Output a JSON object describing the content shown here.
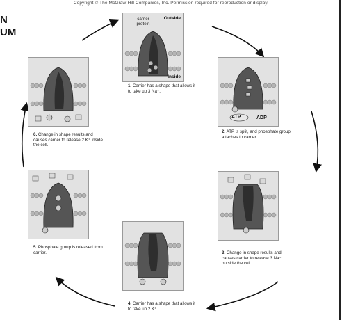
{
  "copyright": "Copyright © The McGraw-Hill Companies, Inc. Permission required for reproduction or display.",
  "heading": [
    "N",
    "UM"
  ],
  "labels": {
    "carrier_protein": "carrier protein",
    "outside": "Outside",
    "inside": "Inside",
    "atp": "ATP",
    "adp": "ADP"
  },
  "steps": [
    {
      "num": "1.",
      "text": "Carrier has a shape that allows it to take up 3 Na⁺."
    },
    {
      "num": "2.",
      "text": "ATP is split, and phosphate group attaches to carrier."
    },
    {
      "num": "3.",
      "text": "Change in shape results and causes carrier to release 3 Na⁺ outside the cell."
    },
    {
      "num": "4.",
      "text": "Carrier has a shape that allows it to take up 2 K⁺."
    },
    {
      "num": "5.",
      "text": "Phosphate group is released from carrier."
    },
    {
      "num": "6.",
      "text": "Change in shape results and causes carrier to release 2 K⁺ inside the cell."
    }
  ]
}
